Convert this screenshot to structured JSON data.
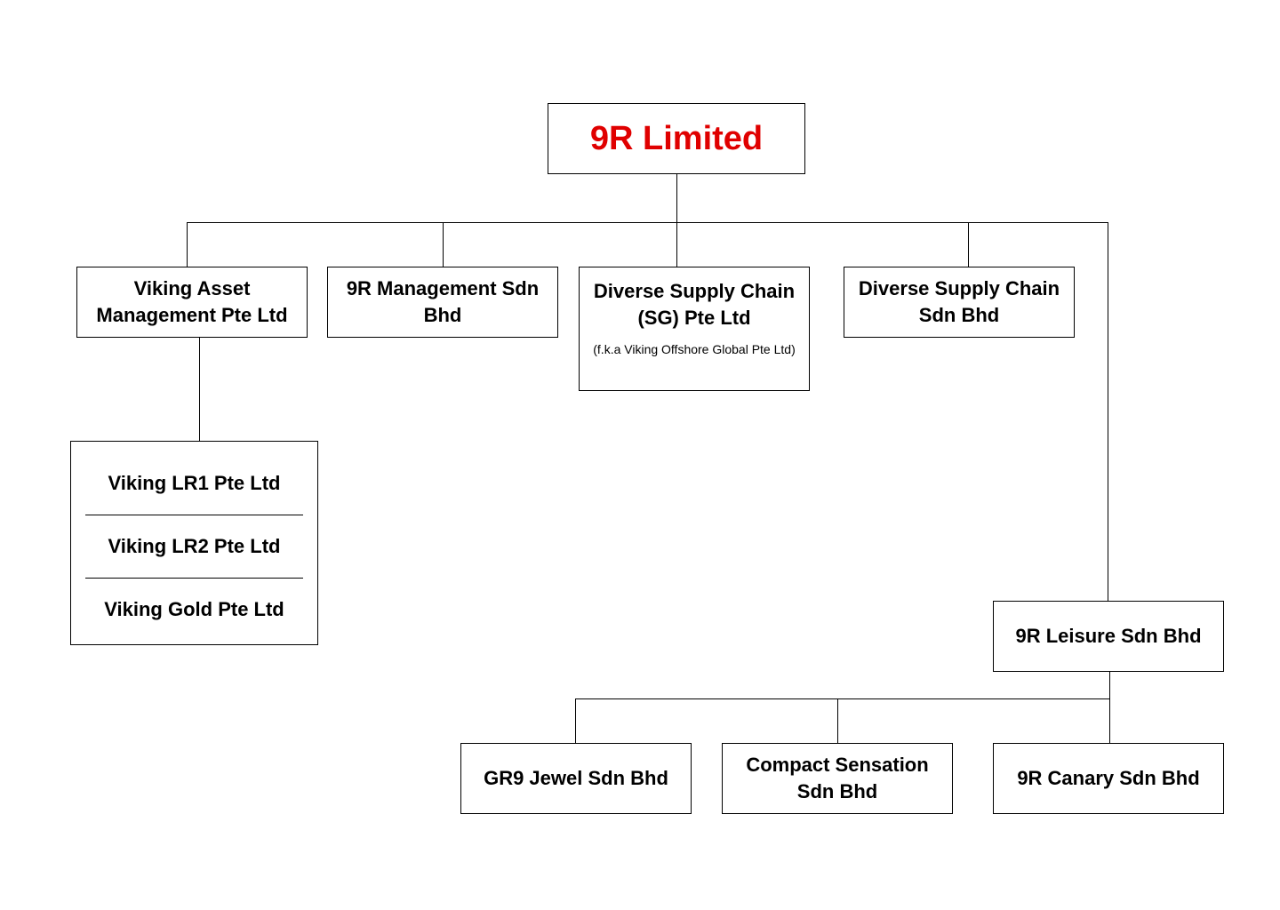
{
  "colors": {
    "root_text": "#e00000",
    "line": "#000000",
    "box_border": "#000000",
    "background": "#ffffff"
  },
  "root": {
    "name": "9R Limited"
  },
  "level1": [
    {
      "name": "Viking Asset Management Pte Ltd"
    },
    {
      "name": "9R Management Sdn Bhd"
    },
    {
      "name": "Diverse Supply Chain (SG) Pte Ltd",
      "note": "(f.k.a Viking Offshore Global Pte Ltd)"
    },
    {
      "name": "Diverse Supply Chain Sdn Bhd"
    }
  ],
  "viking_subsidiaries": [
    {
      "name": "Viking LR1 Pte Ltd"
    },
    {
      "name": "Viking LR2 Pte Ltd"
    },
    {
      "name": "Viking Gold Pte Ltd"
    }
  ],
  "leisure": {
    "name": "9R Leisure Sdn Bhd"
  },
  "leisure_subsidiaries": [
    {
      "name": "GR9 Jewel Sdn Bhd"
    },
    {
      "name": "Compact Sensation Sdn Bhd"
    },
    {
      "name": "9R Canary Sdn Bhd"
    }
  ]
}
